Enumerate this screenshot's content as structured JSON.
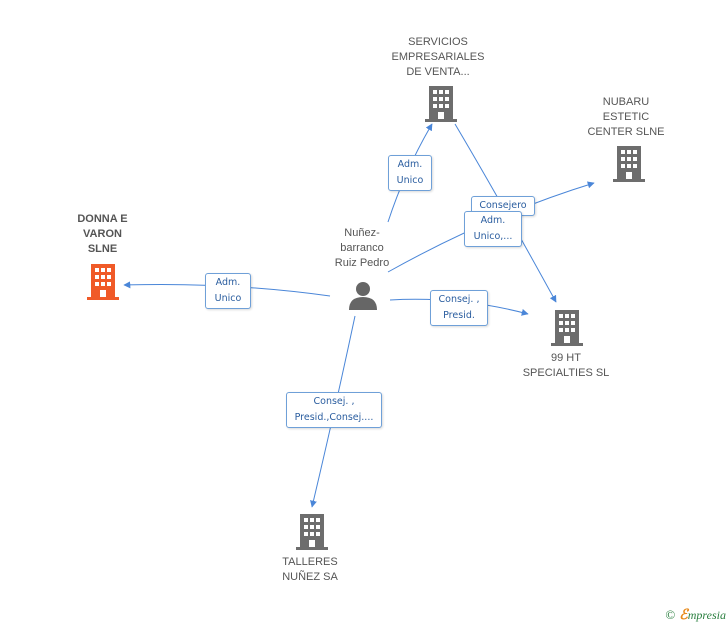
{
  "colors": {
    "edge": "#4a86d8",
    "building": "#6d6d6d",
    "building_highlight": "#f05a28",
    "person": "#666666",
    "edge_label_text": "#2a5d9f"
  },
  "nodes": {
    "person": {
      "label": "Nuñez-\nbarranco\nRuiz Pedro",
      "icon": "person-icon"
    },
    "servicios": {
      "label": "SERVICIOS\nEMPRESARIALES\nDE VENTA...",
      "icon": "building-icon"
    },
    "nubaru": {
      "label": "NUBARU\nESTETIC\nCENTER SLNE",
      "icon": "building-icon"
    },
    "donna": {
      "label": "DONNA E\nVARON\nSLNE",
      "icon": "building-icon"
    },
    "hhts": {
      "label": "99 HT\nSPECIALTIES SL",
      "icon": "building-icon"
    },
    "talleres": {
      "label": "TALLERES\nNUÑEZ SA",
      "icon": "building-icon"
    }
  },
  "edges": {
    "servicios": "Adm.\nUnico",
    "consejero": "Consejero",
    "adm_unico_multi": "Adm.\nUnico,...",
    "donna": "Adm.\nUnico",
    "hhts": "Consej. ,\nPresid.",
    "talleres": "Consej. ,\nPresid.,Consej...."
  },
  "footer": {
    "copyright": "©",
    "brand_first": "ℰ",
    "brand_rest": "mpresia"
  }
}
